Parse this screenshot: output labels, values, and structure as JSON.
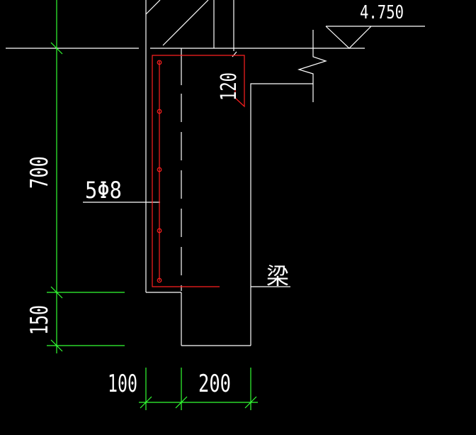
{
  "labels": {
    "elevation": "4.750",
    "rebar": "5Φ8",
    "cover": "120",
    "beam": "梁",
    "dim_700": "700",
    "dim_150": "150",
    "dim_100": "100",
    "dim_200": "200"
  },
  "colors": {
    "background": "#000000",
    "outline": "#ffffff",
    "rebar": "#ff2020",
    "dimension": "#33ff33"
  }
}
